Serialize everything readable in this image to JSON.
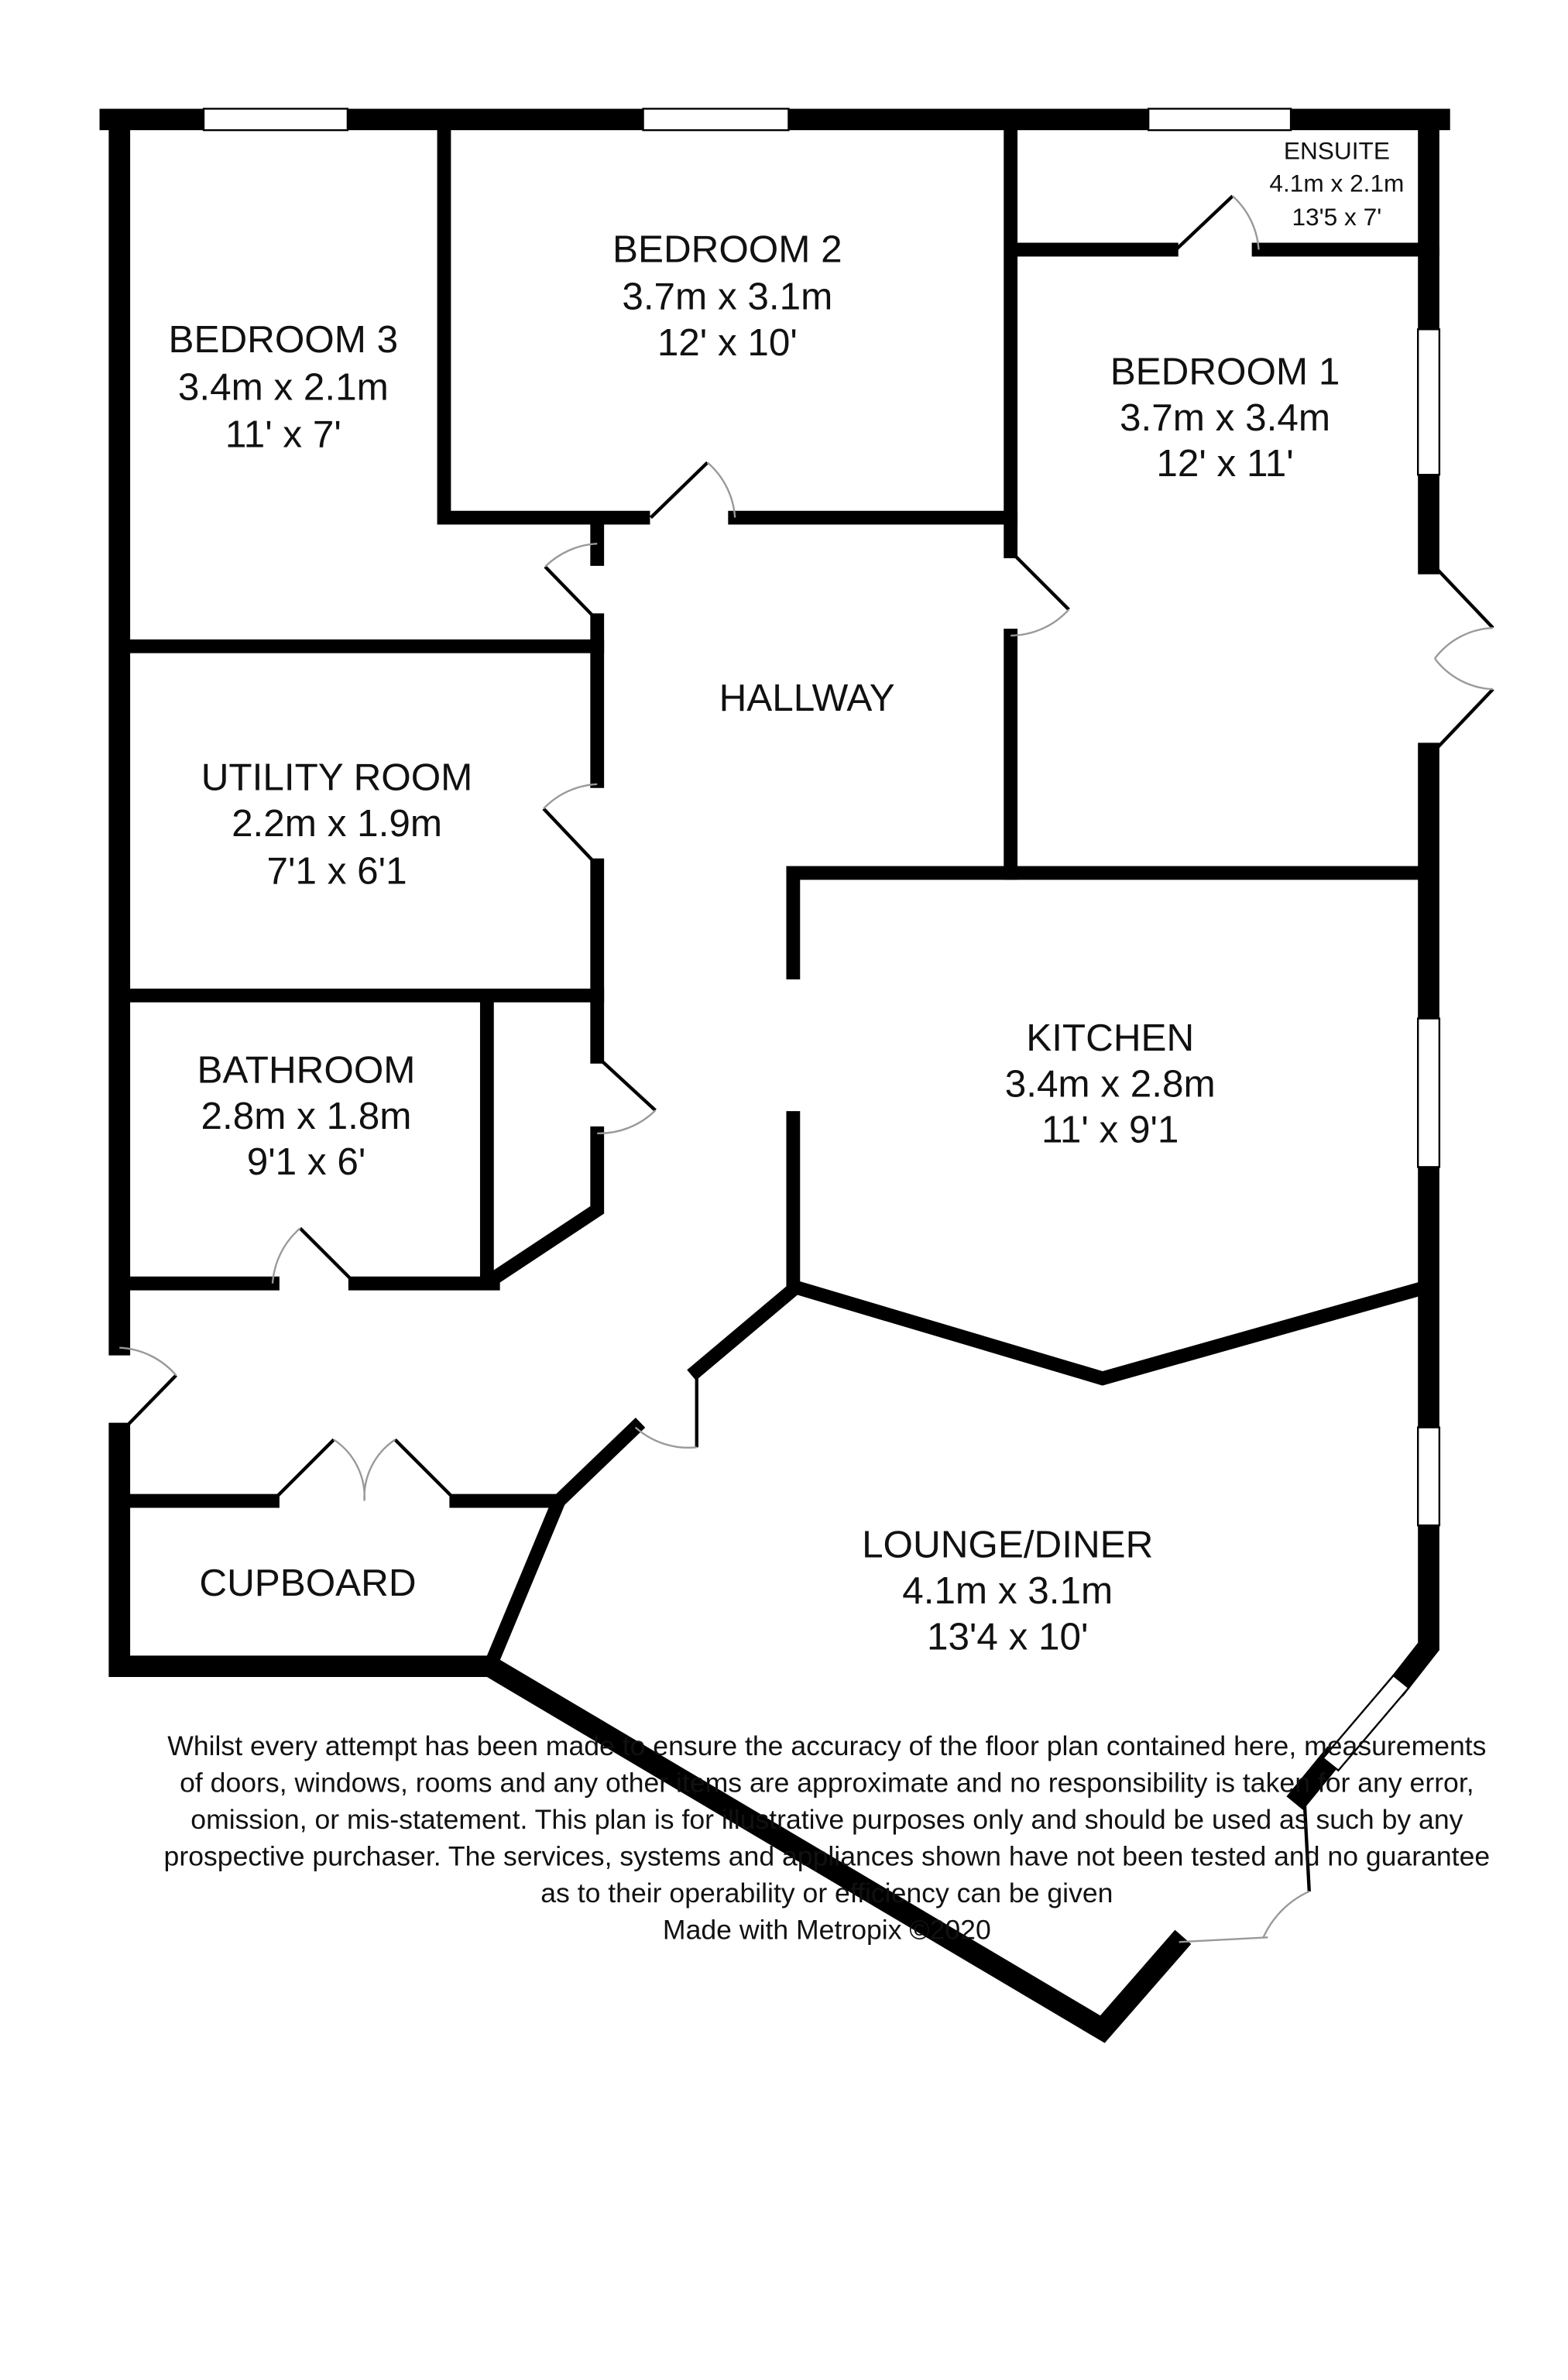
{
  "rooms": {
    "bedroom3": {
      "name": "BEDROOM 3",
      "metric": "3.4m x 2.1m",
      "imperial": "11' x 7'"
    },
    "bedroom2": {
      "name": "BEDROOM 2",
      "metric": "3.7m x 3.1m",
      "imperial": "12' x 10'"
    },
    "ensuite": {
      "name": "ENSUITE",
      "metric": "4.1m x 2.1m",
      "imperial": "13'5 x 7'"
    },
    "bedroom1": {
      "name": "BEDROOM 1",
      "metric": "3.7m x 3.4m",
      "imperial": "12' x 11'"
    },
    "hallway": {
      "name": "HALLWAY"
    },
    "utility": {
      "name": "UTILITY ROOM",
      "metric": "2.2m x 1.9m",
      "imperial": "7'1 x 6'1"
    },
    "bathroom": {
      "name": "BATHROOM",
      "metric": "2.8m x 1.8m",
      "imperial": "9'1 x 6'"
    },
    "kitchen": {
      "name": "KITCHEN",
      "metric": "3.4m x 2.8m",
      "imperial": "11' x 9'1"
    },
    "cupboard": {
      "name": "CUPBOARD"
    },
    "lounge": {
      "name": "LOUNGE/DINER",
      "metric": "4.1m x 3.1m",
      "imperial": "13'4 x 10'"
    }
  },
  "disclaimer": {
    "lines": [
      "Whilst every attempt has been made to ensure the accuracy of the floor plan contained here, measurements",
      "of doors, windows, rooms and any other items are approximate and no responsibility is taken for any error,",
      "omission, or mis-statement. This plan is for illustrative purposes only and should be used as such by any",
      "prospective purchaser. The services, systems and appliances shown have not been tested and no guarantee",
      "as to their operability or efficiency can be given"
    ],
    "credit": "Made with Metropix ©2020"
  }
}
